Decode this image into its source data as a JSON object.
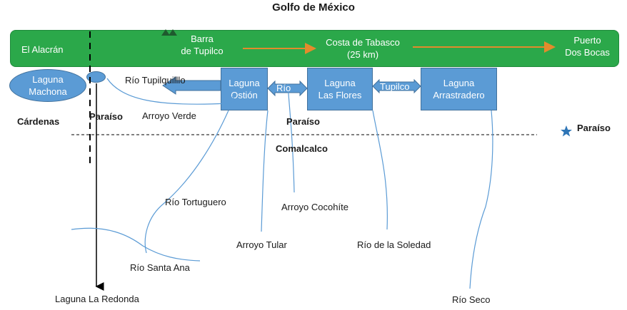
{
  "title": "Golfo de México",
  "coast": {
    "left": "El Alacrán",
    "barra": [
      "Barra",
      "de Tupilco"
    ],
    "middle": [
      "Costa de Tabasco",
      "(25 km)"
    ],
    "right": [
      "Puerto",
      "Dos Bocas"
    ]
  },
  "lagoons": {
    "machona": [
      "Laguna",
      "Machona"
    ],
    "ostion": [
      "Laguna",
      "Ostión"
    ],
    "flores": [
      "Laguna",
      "Las Flores"
    ],
    "arrastradero": [
      "Laguna",
      "Arrastradero"
    ]
  },
  "arrow_labels": {
    "rio": "Río",
    "tupilco": "Tupilco"
  },
  "labels": {
    "rio_tupilquillo": "Río Tupilquilllo",
    "arroyo_verde": "Arroyo  Verde",
    "cardenas": "Cárdenas",
    "paraiso_left": "Paraíso",
    "paraiso_center": "Paraíso",
    "paraiso_right": "Paraíso",
    "comalcalco": "Comalcalco",
    "rio_tortuguero": "Río Tortuguero",
    "arroyo_cocohite": "Arroyo  Cocohíte",
    "arroyo_tular": "Arroyo  Tular",
    "rio_soledad": "Río de la Soledad",
    "rio_santa_ana": "Río Santa Ana",
    "laguna_redonda": "Laguna La Redonda",
    "rio_seco": "Río Seco"
  },
  "colors": {
    "coast_green": "#2ba84a",
    "lagoon_blue": "#5b9bd5",
    "river_line": "#5b9bd5",
    "coast_arrow": "#e38b2c",
    "star": "#2e75b6"
  },
  "icons": [
    "tree-icon",
    "star-icon"
  ]
}
